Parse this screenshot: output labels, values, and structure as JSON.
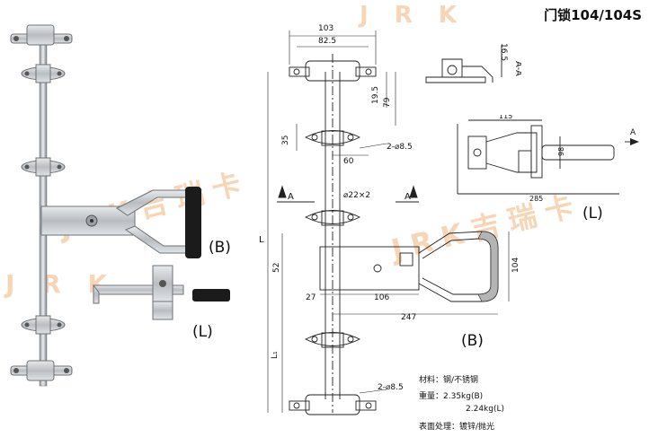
{
  "title": "门锁104/104S",
  "watermark": {
    "text_left": "J R K",
    "text_right": "J R K",
    "text_center": "JRK吉瑞卡"
  },
  "photo_labels": {
    "b": "(B)",
    "l": "(L)"
  },
  "drawing_labels": {
    "b": "(B)",
    "l": "(L)"
  },
  "dimensions": {
    "d103": "103",
    "d82_5": "82.5",
    "d16_5": "16.5",
    "aa": "A-A",
    "d19_5": "19.5",
    "d79": "79",
    "d35": "35",
    "hole1": "2-⌀8.5",
    "d60": "60",
    "pipe": "⌀22×2",
    "sec_a_left": "A",
    "sec_a_right": "A",
    "L": "L",
    "d52": "52",
    "d104": "104",
    "d27": "27",
    "d106": "106",
    "d247": "247",
    "L1": "L₁",
    "hole2": "2-⌀8.5",
    "d115": "115",
    "d98": "98",
    "d285": "285",
    "side_a": "A"
  },
  "specs": {
    "material": "材料：钢/不锈钢",
    "weight_b": "重量：2.35kg(B)",
    "weight_l": "2.24kg(L)",
    "finish": "表面处理：镀锌/抛光"
  },
  "colors": {
    "steel": "#c8ccd0",
    "handle": "#1b1b1b",
    "watermark": "#f5c9a0"
  }
}
